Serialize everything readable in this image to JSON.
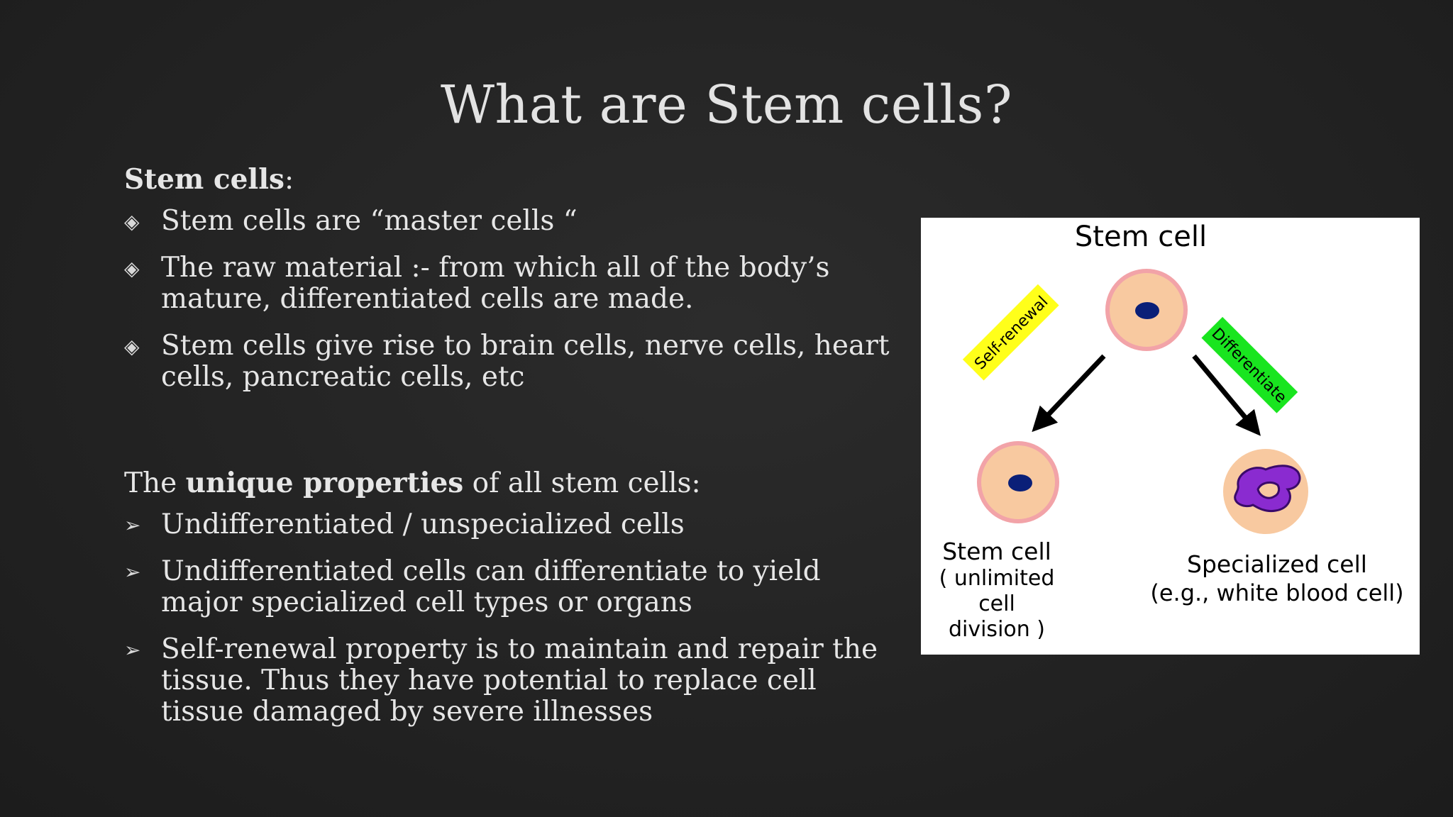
{
  "slide": {
    "title": "What are Stem cells?",
    "section1": {
      "heading_bold": "Stem cells",
      "heading_rest": ":",
      "bullets": [
        "Stem cells are “master cells “",
        "The raw material :- from which all of the body’s mature, differentiated cells are made.",
        "Stem cells give rise to brain cells, nerve cells, heart cells, pancreatic cells, etc"
      ]
    },
    "section2": {
      "heading_pre": "The ",
      "heading_bold": "unique properties",
      "heading_post": " of all stem cells:",
      "bullets": [
        "Undifferentiated / unspecialized cells",
        "Undifferentiated cells can differentiate to yield major specialized cell types or organs",
        "Self-renewal property is to maintain and repair the tissue. Thus they have potential to replace cell tissue damaged by severe illnesses"
      ]
    }
  },
  "diagram": {
    "top_label": "Stem cell",
    "arrow_left_label": "Self-renewal",
    "arrow_right_label": "Differentiate",
    "left_cell_lines": [
      "Stem cell",
      "( unlimited",
      "cell",
      "division )"
    ],
    "right_cell_lines": [
      "Specialized cell",
      "(e.g., white blood cell)"
    ],
    "colors": {
      "cell_fill": "#f8c9a0",
      "cell_ring": "#f2a3a8",
      "nucleus": "#0a1f78",
      "self_renewal_tag": "#ffff1a",
      "differentiate_tag": "#19e51f",
      "specialized_nucleus": "#8a2bd0"
    }
  },
  "markers": {
    "diamond": "◈",
    "arrow": "➢"
  }
}
